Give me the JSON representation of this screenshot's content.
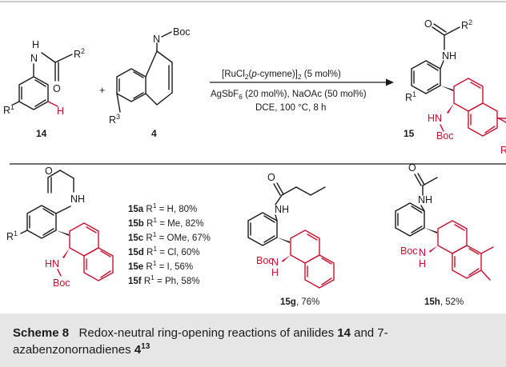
{
  "top": {
    "cmpd14": {
      "nh": "H",
      "n": "N",
      "o": "O",
      "r2": "R",
      "r2sup": "2",
      "h": "H",
      "r1": "R",
      "r1sup": "1",
      "label": "14"
    },
    "plus": "+",
    "cmpd4": {
      "boc": "Boc",
      "n": "N",
      "r3": "R",
      "r3sup": "3",
      "label": "4"
    },
    "conditions": {
      "line1_a": "[RuCl",
      "line1_sub2": "2",
      "line1_b": "(",
      "line1_italic": "p",
      "line1_c": "-cymene)]",
      "line1_sub2b": "2",
      "line1_d": " (5 mol%)",
      "line2_a": "AgSbF",
      "line2_sub": "6",
      "line2_b": " (20 mol%), NaOAc (50 mol%)",
      "line3": "DCE, 100 °C, 8 h"
    },
    "cmpd15": {
      "o": "O",
      "r2": "R",
      "r2sup": "2",
      "nh": "NH",
      "r1": "R",
      "r1sup": "1",
      "hn": "HN",
      "boc": "Boc",
      "label": "15",
      "rcut": "R"
    }
  },
  "bottom": {
    "series": [
      {
        "id": "15a",
        "rest": " R",
        "sup": "1",
        "sub": " = H, 80%"
      },
      {
        "id": "15b",
        "rest": " R",
        "sup": "1",
        "sub": " = Me, 82%"
      },
      {
        "id": "15c",
        "rest": " R",
        "sup": "1",
        "sub": " = OMe, 67%"
      },
      {
        "id": "15d",
        "rest": " R",
        "sup": "1",
        "sub": " = Cl, 60%"
      },
      {
        "id": "15e",
        "rest": " R",
        "sup": "1",
        "sub": " = I, 56%"
      },
      {
        "id": "15f",
        "rest": " R",
        "sup": "1",
        "sub": " = Ph, 58%"
      }
    ],
    "generic": {
      "o": "O",
      "nh": "NH",
      "r1": "R",
      "r1sup": "1",
      "hn": "HN",
      "boc": "Boc"
    },
    "c15g": {
      "o": "O",
      "nh": "NH",
      "boc": "Boc",
      "n": "N",
      "h": "H",
      "label": "15g",
      "yield": ", 76%"
    },
    "c15h": {
      "o": "O",
      "nh": "NH",
      "boc": "Boc",
      "n": "N",
      "h": "H",
      "label": "15h",
      "yield": ", 52%"
    }
  },
  "caption": {
    "scheme": "Scheme 8",
    "text1": "   Redox-neutral ring-opening reactions of anilides ",
    "b14": "14",
    "text2": " and 7-azabenzonornadienes ",
    "b4": "4",
    "ref": "13"
  },
  "colors": {
    "accent_red": "#c8102e",
    "caption_bg": "#e6e6e6",
    "ink": "#1a1a1a"
  }
}
